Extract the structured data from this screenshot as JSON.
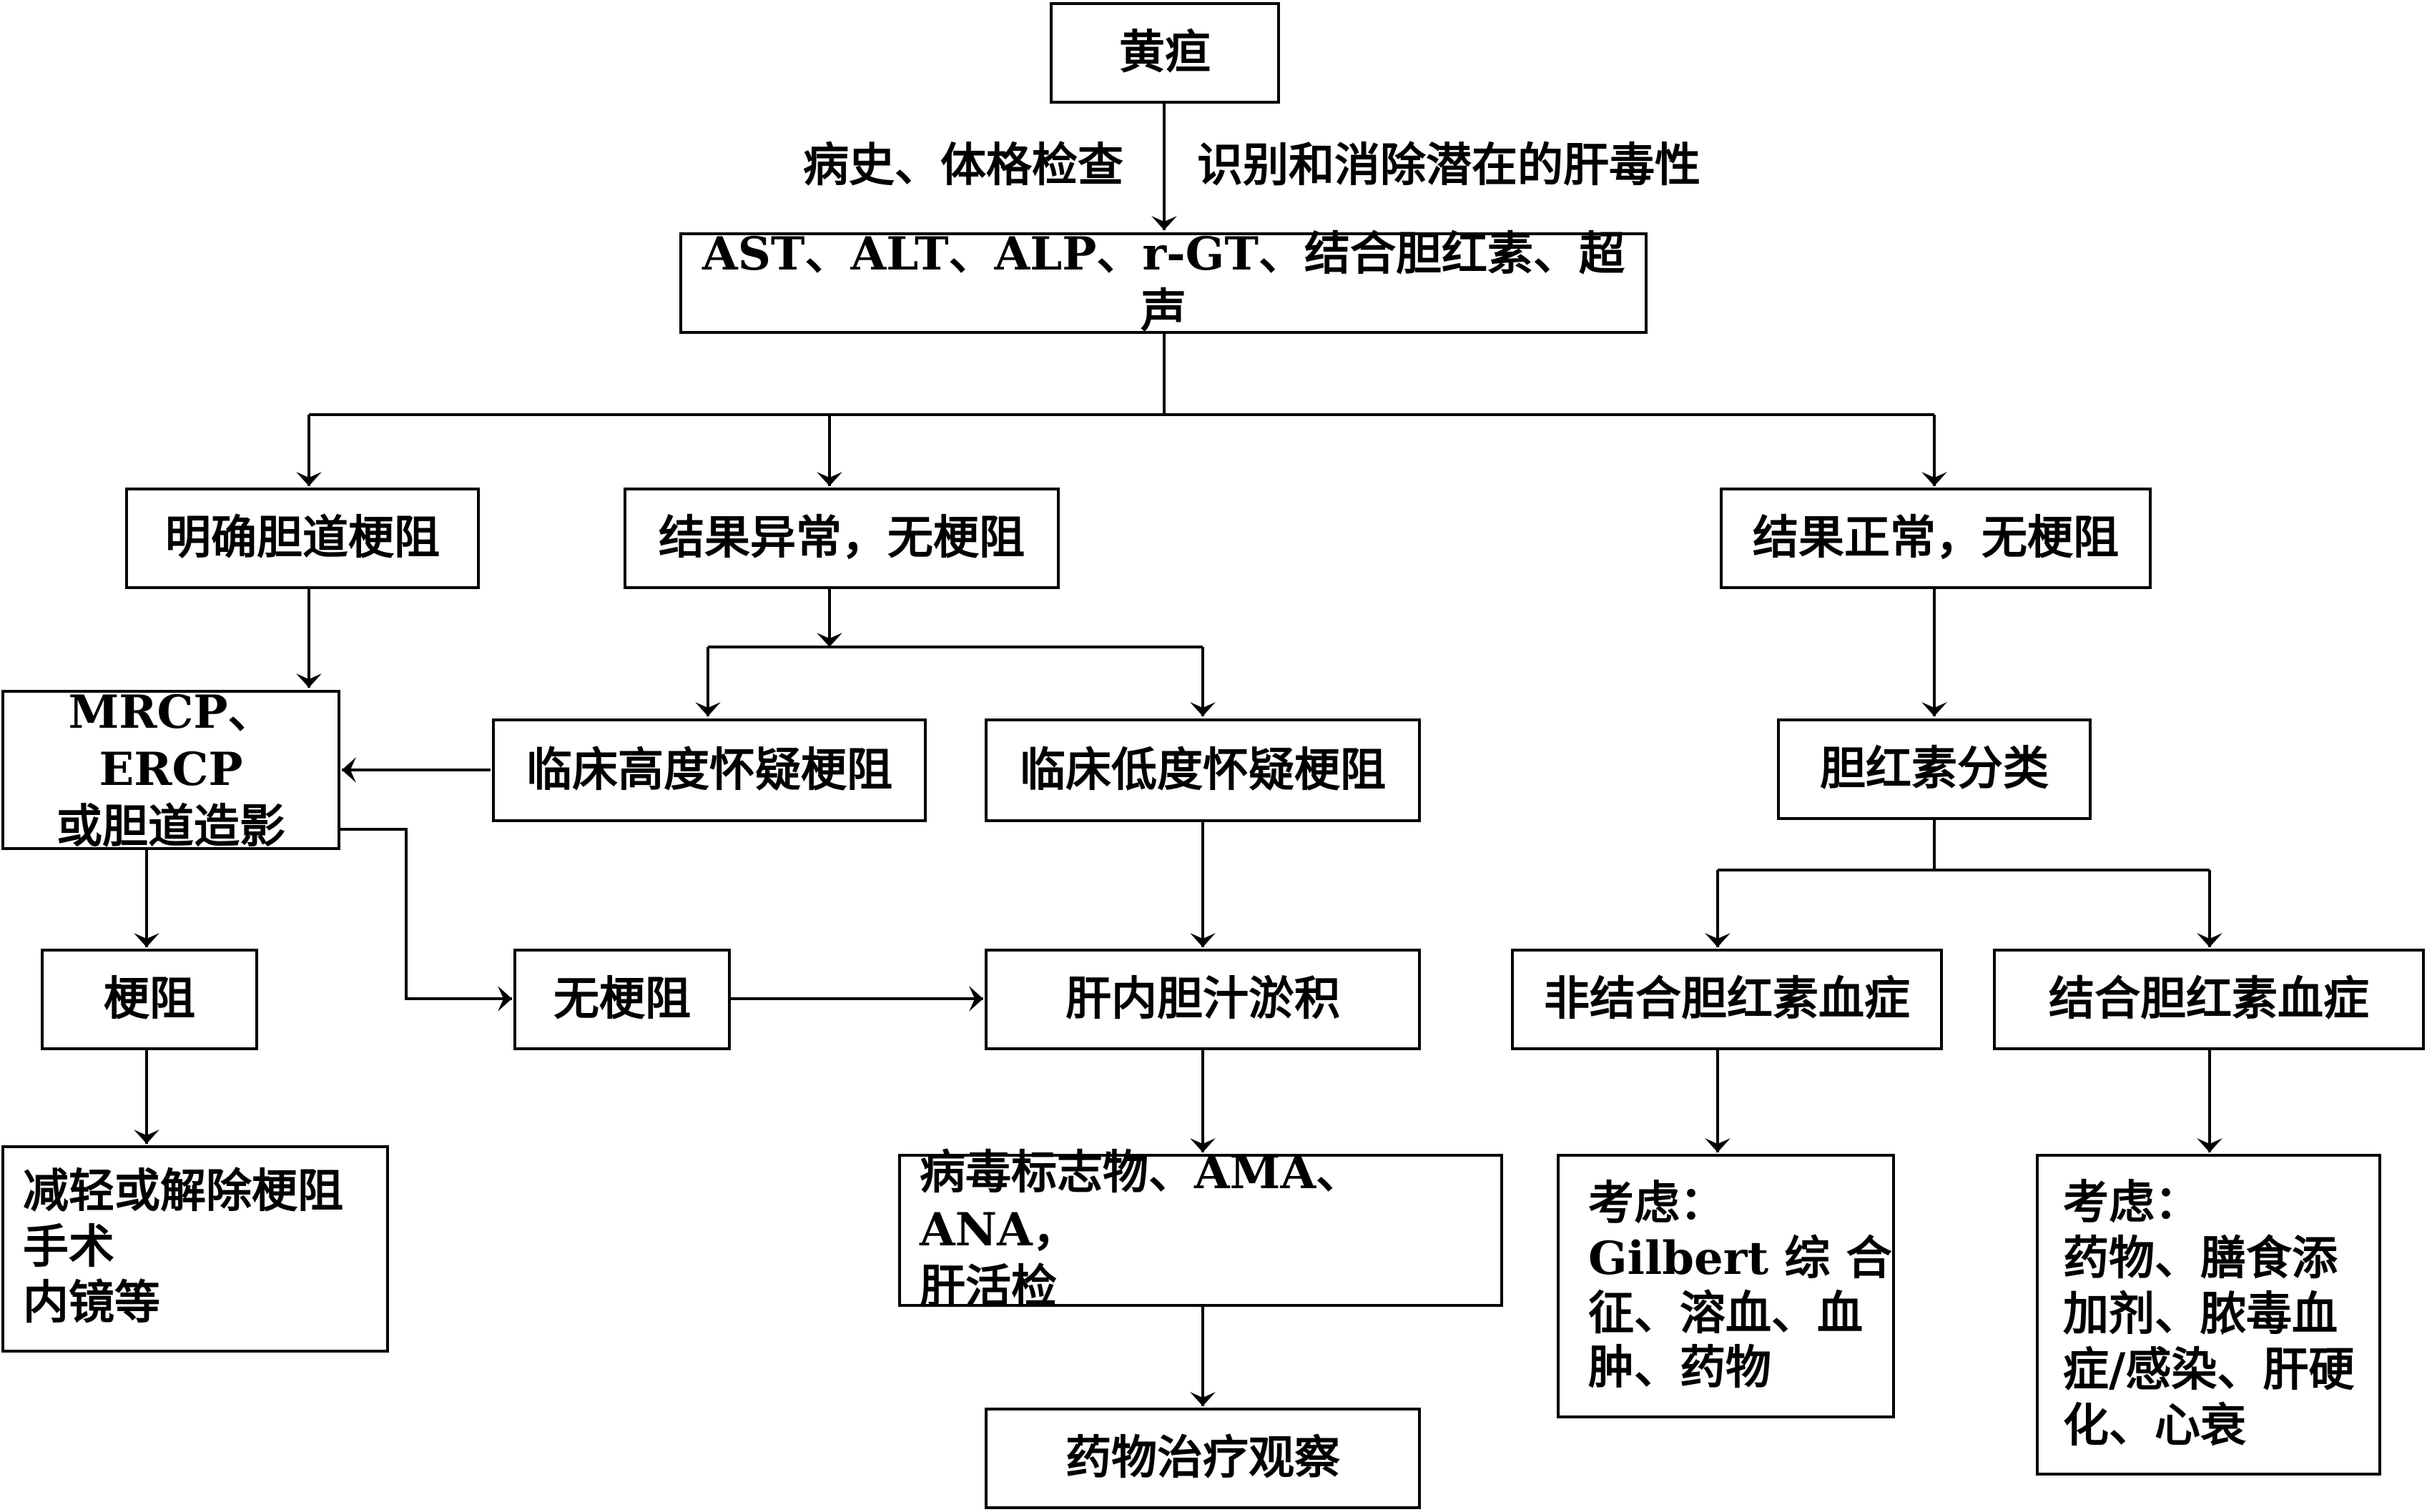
{
  "nodes": {
    "jaundice": "黄疸",
    "tests": "AST、ALT、ALP、r-GT、结合胆红素、超声",
    "definite_obstruction": "明确胆道梗阻",
    "abnormal_no_obstruction": "结果异常，无梗阻",
    "normal_no_obstruction": "结果正常，无梗阻",
    "mrcp_ercp": "MRCP、ERCP\n或胆道造影",
    "high_suspicion": "临床高度怀疑梗阻",
    "low_suspicion": "临床低度怀疑梗阻",
    "bilirubin_classification": "胆红素分类",
    "obstruction": "梗阻",
    "no_obstruction": "无梗阻",
    "intrahepatic_cholestasis": "肝内胆汁淤积",
    "unconjugated_hyperbilirubinemia": "非结合胆红素血症",
    "conjugated_hyperbilirubinemia": "结合胆红素血症",
    "relieve_obstruction": "减轻或解除梗阻\n手术\n内镜等",
    "viral_markers": "病毒标志物、AMA、ANA，\n肝活检",
    "consider_unconjugated": "考虑：\nGilbert 综 合\n征、溶血、血\n肿、药物",
    "consider_conjugated": "考虑：\n药物、膳食添\n加剂、脓毒血\n症/感染、肝硬\n化、心衰",
    "drug_observation": "药物治疗观察"
  },
  "edge_labels": {
    "history_exam": "病史、体格检查",
    "identify_hepatotoxicity": "识别和消除潜在的肝毒性"
  }
}
